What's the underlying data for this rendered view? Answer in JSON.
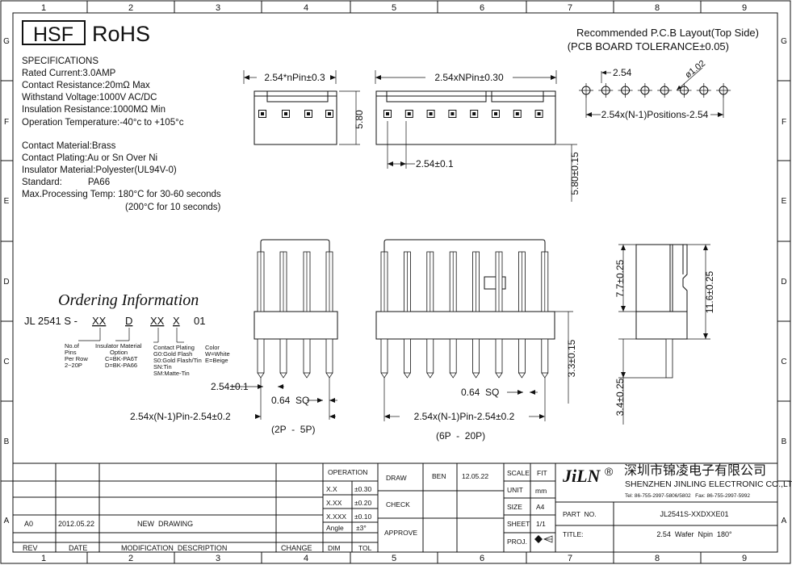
{
  "grid": {
    "columns": [
      "1",
      "2",
      "3",
      "4",
      "5",
      "6",
      "7",
      "8",
      "9"
    ],
    "rows": [
      "G",
      "F",
      "E",
      "D",
      "C",
      "B",
      "A"
    ]
  },
  "header": {
    "hsf": "HSF",
    "rohs": "RoHS",
    "layout_title": "Recommended P.C.B Layout(Top Side)",
    "layout_tolerance": "(PCB BOARD TOLERANCE±0.05)"
  },
  "specs": {
    "title": "SPECIFICATIONS",
    "lines": [
      "Rated Current:3.0AMP",
      "Contact Resistance:20mΩ Max",
      "Withstand Voltage:1000V AC/DC",
      "Insulation Resistance:1000MΩ Min",
      "Operation Temperature:-40°c to +105°c"
    ],
    "material_lines": [
      "Contact Material:Brass",
      "Contact Plating:Au or Sn Over Ni",
      "Insulator Material:Polyester(UL94V-0)",
      "Standard:          PA66",
      "Max.Processing Temp: 180°C for 30-60 seconds",
      "(200°C for 10 seconds)"
    ]
  },
  "ordering": {
    "title": "Ordering Information",
    "code_prefix": "JL 2541 S -",
    "code_parts": [
      "XX",
      "D",
      "XX",
      "X",
      "01"
    ],
    "legend": {
      "pins": [
        "No.of",
        "Pins",
        "Per Row",
        "2~20P"
      ],
      "insulator": [
        "Insulator Material",
        "Option",
        "C=BK-PA6T",
        "D=BK-PA66"
      ],
      "plating": [
        "Contact Plating",
        "G0:Gold Flash",
        "S0:Gold Flash/Tin",
        "SN:Tin",
        "SM:Matte-Tin"
      ],
      "color": [
        "Color",
        "W=White",
        "E=Beige"
      ]
    }
  },
  "dims": {
    "top_small": "2.54*nPin±0.3",
    "top_large": "2.54xNPin±0.30",
    "height_580": "5.80",
    "pitch": "2.54±0.1",
    "height_580_tol": "5.80±0.15",
    "pcb_pitch": "2.54",
    "pcb_hole": "ø1.02",
    "pcb_positions": "2.54x(N-1)Positions-2.54",
    "side_77": "7.7±0.25",
    "side_116": "11.6±0.25",
    "side_34": "3.4±0.25",
    "front_33": "3.3±0.15",
    "pitch_small": "2.54±0.1",
    "sq_small": "0.64  SQ",
    "sq_large": "0.64  SQ",
    "pin_span_small": "2.54x(N-1)Pin-2.54±0.2",
    "pin_span_large": "2.54x(N-1)Pin-2.54±0.2",
    "range_small": "(2P  -  5P)",
    "range_large": "(6P  -  20P)"
  },
  "title_block": {
    "rev_header": "REV",
    "date_header": "DATE",
    "desc_header": "MODIFICATION  DESCRIPTION",
    "change_header": "CHANGE",
    "rev_value": "A0",
    "date_value": "2012.05.22",
    "desc_value": "NEW  DRAWING",
    "operation": "OPERATION",
    "tol_rows": [
      {
        "k": "X.X",
        "v": "±0.30"
      },
      {
        "k": "X.XX",
        "v": "±0.20"
      },
      {
        "k": "X.XXX",
        "v": "±0.10"
      },
      {
        "k": "Angle",
        "v": "±3°"
      }
    ],
    "dim": "DIM",
    "tol": "TOL",
    "draw": "DRAW",
    "drawer": "BEN",
    "draw_date": "12.05.22",
    "check": "CHECK",
    "approve": "APPROVE",
    "scale": "SCALE",
    "scale_v": "FIT",
    "unit": "UNIT",
    "unit_v": "mm",
    "size": "SIZE",
    "size_v": "A4",
    "sheet": "SHEET",
    "sheet_v": "1/1",
    "proj": "PROJ.",
    "logo": "JiLN",
    "reg": "®",
    "company_cn": "深圳市锦凌电子有限公司",
    "company_en": "SHENZHEN JINLING ELECTRONIC CO.,LTD",
    "company_tel": "Tel: 86-755-2997-5806/5802   Fax: 86-755-2997-5992",
    "part_label": "PART  NO.",
    "part_value": "JL2541S-XXDXXE01",
    "title_label": "TITLE:",
    "title_value": "2.54  Wafer  Npin  180°"
  }
}
